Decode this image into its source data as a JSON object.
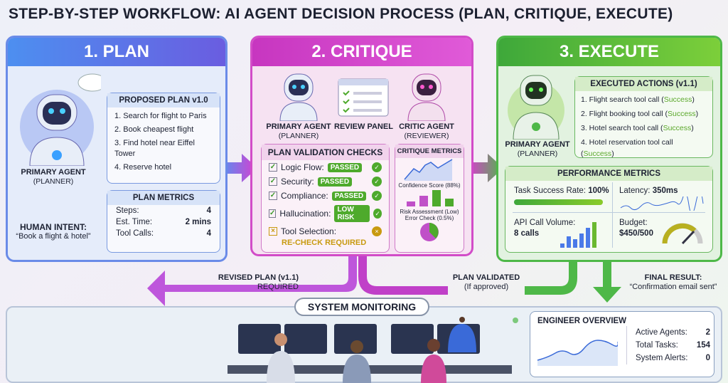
{
  "title": "STEP-BY-STEP WORKFLOW: AI AGENT DECISION PROCESS (PLAN, CRITIQUE, EXECUTE)",
  "plan": {
    "header": "1. PLAN",
    "agent_name": "PRIMARY AGENT",
    "agent_role": "(PLANNER)",
    "proposed": {
      "title": "PROPOSED PLAN v1.0",
      "items": [
        "1. Search for flight to Paris",
        "2. Book cheapest flight",
        "3. Find hotel near Eiffel Tower",
        "4. Reserve hotel"
      ]
    },
    "metrics": {
      "title": "PLAN METRICS",
      "rows": [
        {
          "label": "Steps:",
          "value": "4"
        },
        {
          "label": "Est. Time:",
          "value": "2 mins"
        },
        {
          "label": "Tool Calls:",
          "value": "4"
        }
      ]
    },
    "intent_label": "HUMAN INTENT:",
    "intent_text": "“Book a flight & hotel”"
  },
  "critique": {
    "header": "2. CRITIQUE",
    "primary_name": "PRIMARY AGENT",
    "primary_role": "(PLANNER)",
    "review_panel": "REVIEW PANEL",
    "critic_name": "CRITIC AGENT",
    "critic_role": "(REVIEWER)",
    "checks": {
      "title": "PLAN VALIDATION CHECKS",
      "items": [
        {
          "label": "Logic Flow:",
          "badge": "PASSED"
        },
        {
          "label": "Security:",
          "badge": "PASSED"
        },
        {
          "label": "Compliance:",
          "badge": "PASSED"
        },
        {
          "label": "Hallucination:",
          "badge": "LOW RISK"
        }
      ],
      "fail_label": "Tool Selection:",
      "fail_status": "RE-CHECK REQUIRED"
    },
    "metrics": {
      "title": "CRITIQUE METRICS",
      "confidence": "Confidence Score (88%)",
      "risk": "Risk Assessment (Low)",
      "error": "Error Check (0.5%)"
    }
  },
  "execute": {
    "header": "3. EXECUTE",
    "agent_name": "PRIMARY AGENT",
    "agent_role": "(PLANNER)",
    "actions": {
      "title": "EXECUTED ACTIONS (v1.1)",
      "items": [
        {
          "text": "1. Flight search tool call (",
          "status": "Success"
        },
        {
          "text": "2. Flight booking tool call (",
          "status": "Success"
        },
        {
          "text": "3. Hotel search tool call (",
          "status": "Success"
        },
        {
          "text": "4. Hotel reservation tool call (",
          "status": "Success"
        }
      ]
    },
    "perf": {
      "title": "PERFORMANCE METRICS",
      "success_label": "Task Success Rate:",
      "success_value": "100%",
      "success_fraction": 1.0,
      "latency_label": "Latency:",
      "latency_value": "350ms",
      "api_label": "API Call Volume:",
      "api_value": "8 calls",
      "budget_label": "Budget:",
      "budget_value": "$450/500",
      "budget_fraction": 0.9
    }
  },
  "flows": {
    "revised": "REVISED PLAN (v1.1)",
    "revised_sub": "REQUIRED",
    "validated": "PLAN VALIDATED",
    "validated_sub": "(If approved)",
    "final": "FINAL RESULT:",
    "final_sub": "“Confirmation email sent”"
  },
  "monitoring": {
    "title": "SYSTEM MONITORING",
    "overview": {
      "title": "ENGINEER OVERVIEW",
      "rows": [
        {
          "label": "Active Agents:",
          "value": "2"
        },
        {
          "label": "Total Tasks:",
          "value": "154"
        },
        {
          "label": "System Alerts:",
          "value": "0"
        }
      ]
    }
  }
}
